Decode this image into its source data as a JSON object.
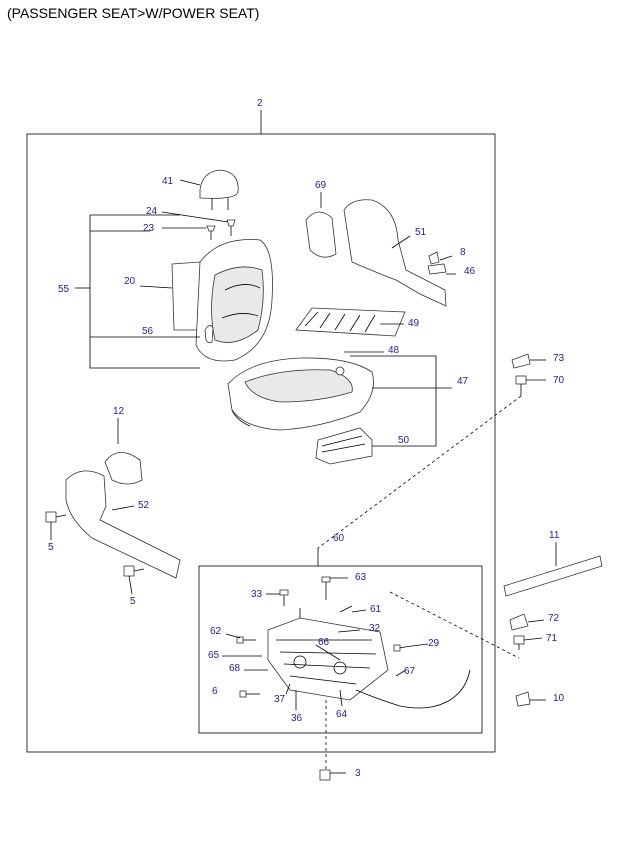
{
  "title": "(PASSENGER SEAT>W/POWER SEAT)",
  "callouts": {
    "c2": "2",
    "c41": "41",
    "c24": "24",
    "c23": "23",
    "c55": "55",
    "c20": "20",
    "c56": "56",
    "c69": "69",
    "c51": "51",
    "c8": "8",
    "c46": "46",
    "c49": "49",
    "c48": "48",
    "c47": "47",
    "c50": "50",
    "c12": "12",
    "c52": "52",
    "c5a": "5",
    "c5b": "5",
    "c73": "73",
    "c70": "70",
    "c60": "60",
    "c63": "63",
    "c33": "33",
    "c61": "61",
    "c62": "62",
    "c32": "32",
    "c29": "29",
    "c65": "65",
    "c66": "66",
    "c68": "68",
    "c67": "67",
    "c6": "6",
    "c37": "37",
    "c36": "36",
    "c64": "64",
    "c3": "3",
    "c11": "11",
    "c72": "72",
    "c71": "71",
    "c10": "10"
  }
}
